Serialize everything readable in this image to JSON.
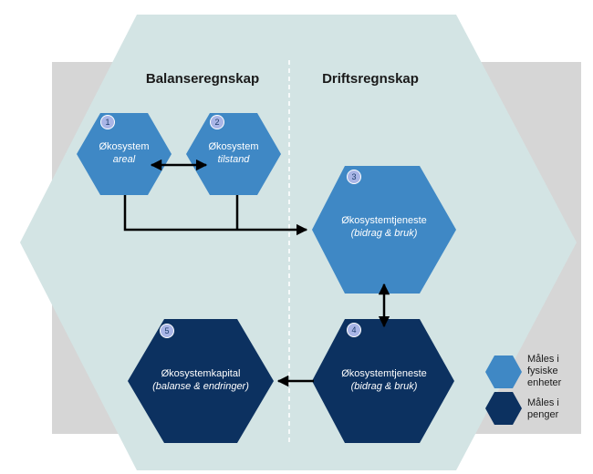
{
  "headings": {
    "left": "Balanseregnskap",
    "right": "Driftsregnskap"
  },
  "nodes": [
    {
      "number": "1",
      "title": "Økosystem",
      "subtitle": "areal"
    },
    {
      "number": "2",
      "title": "Økosystem",
      "subtitle": "tilstand"
    },
    {
      "number": "3",
      "title": "Økosystemtjeneste",
      "subtitle": "(bidrag & bruk)"
    },
    {
      "number": "4",
      "title": "Økosystemtjeneste",
      "subtitle": "(bidrag & bruk)"
    },
    {
      "number": "5",
      "title": "Økosystemkapital",
      "subtitle": "(balanse & endringer)"
    }
  ],
  "legend": {
    "physical": "Måles i fysiske enheter",
    "money": "Måles i penger"
  },
  "colors": {
    "light_blue": "#3f88c5",
    "dark_blue": "#0c3160",
    "hexagon_bg": "#d3e4e4",
    "grey_band": "#d6d6d6",
    "badge_fill": "#a9b5e6",
    "arrow": "#000000"
  }
}
